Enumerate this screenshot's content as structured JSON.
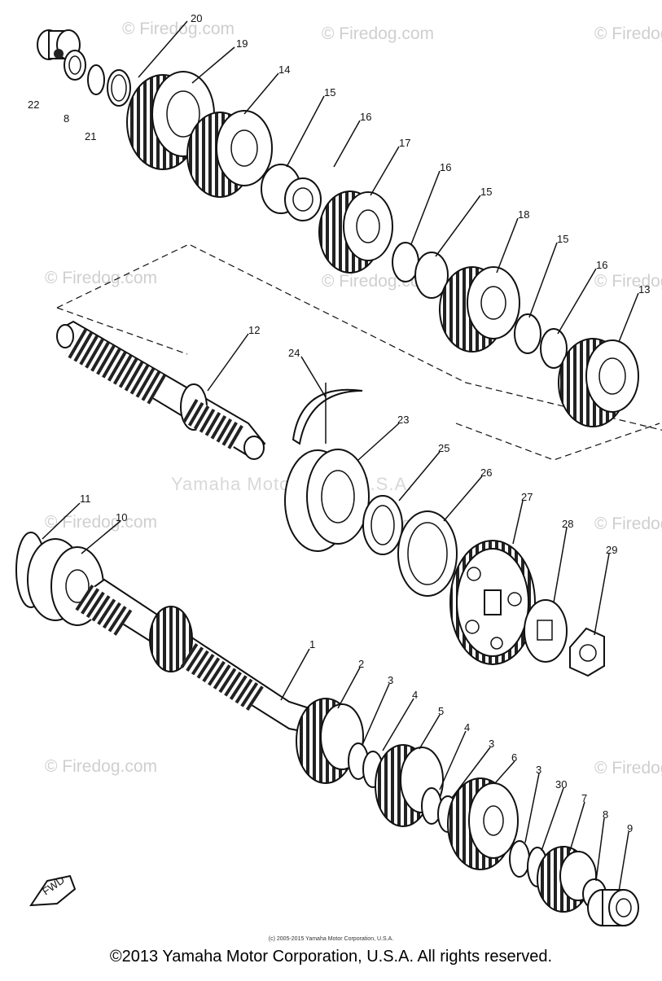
{
  "diagram": {
    "watermark_text": "© Firedog.com",
    "center_watermark": "Yamaha Motor Corp. U.S.A.",
    "fwd_label": "FWD",
    "small_copyright": "(c) 2005-2015 Yamaha Motor Corporation, U.S.A.",
    "copyright": "©2013 Yamaha Motor Corporation, U.S.A. All rights reserved.",
    "labels": {
      "l20": "20",
      "l19": "19",
      "l14": "14",
      "l15a": "15",
      "l16a": "16",
      "l17": "17",
      "l16b": "16",
      "l15b": "15",
      "l18": "18",
      "l15c": "15",
      "l16c": "16",
      "l13": "13",
      "l22": "22",
      "l8a": "8",
      "l21": "21",
      "l12": "12",
      "l24": "24",
      "l23": "23",
      "l25": "25",
      "l26": "26",
      "l27": "27",
      "l28": "28",
      "l29": "29",
      "l11": "11",
      "l10": "10",
      "l1": "1",
      "l2": "2",
      "l3a": "3",
      "l4a": "4",
      "l5": "5",
      "l4b": "4",
      "l3b": "3",
      "l6": "6",
      "l3c": "3",
      "l30": "30",
      "l7": "7",
      "l8b": "8",
      "l9": "9"
    }
  }
}
